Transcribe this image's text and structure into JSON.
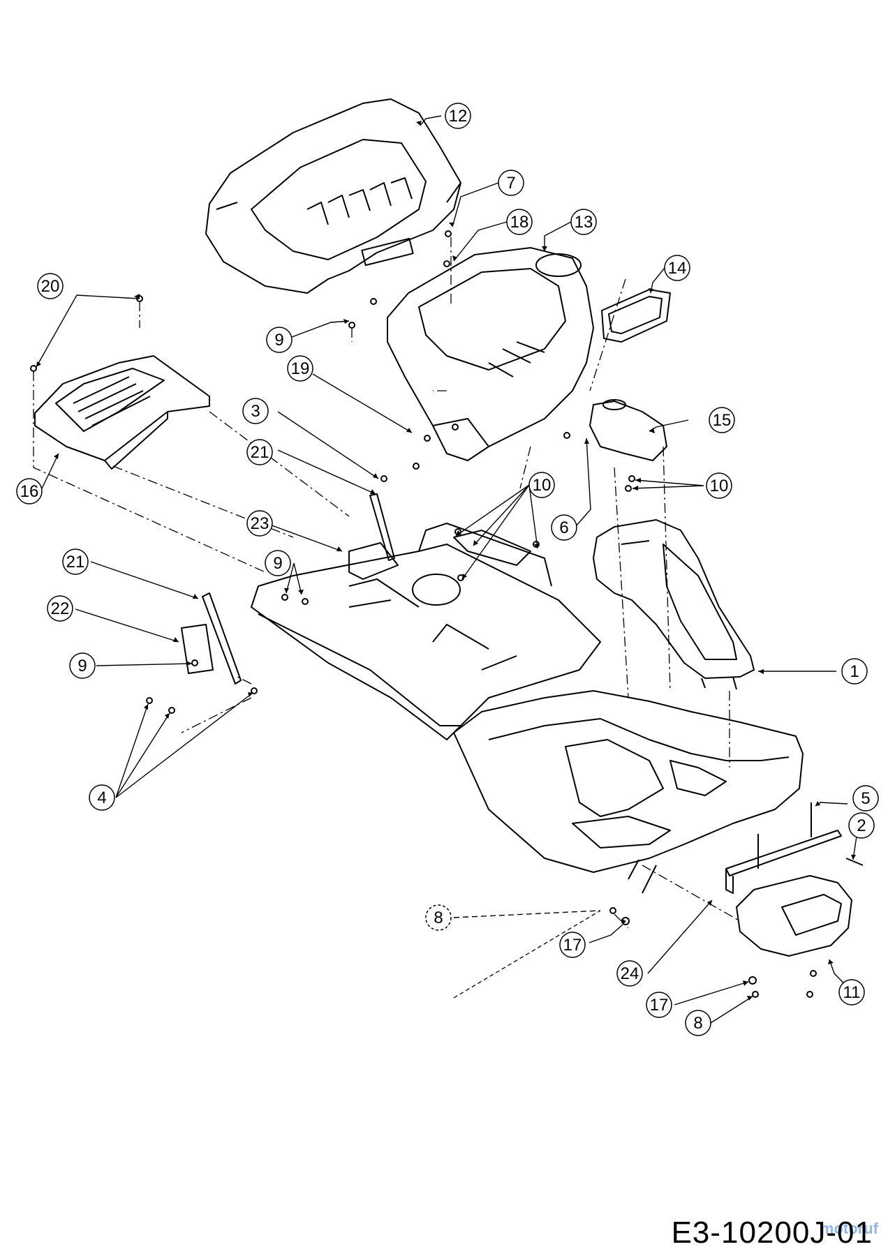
{
  "diagram": {
    "drawing_id": "E3-10200J-01",
    "watermark": "motoruf",
    "callouts": [
      "12",
      "7",
      "18",
      "13",
      "14",
      "20",
      "9",
      "19",
      "16",
      "3",
      "21",
      "15",
      "10",
      "6",
      "23",
      "9",
      "21",
      "22",
      "9",
      "1",
      "4",
      "5",
      "2",
      "8",
      "17",
      "24",
      "11",
      "17",
      "8",
      "10"
    ]
  },
  "colors": {
    "line": "#000000",
    "background": "#ffffff"
  }
}
